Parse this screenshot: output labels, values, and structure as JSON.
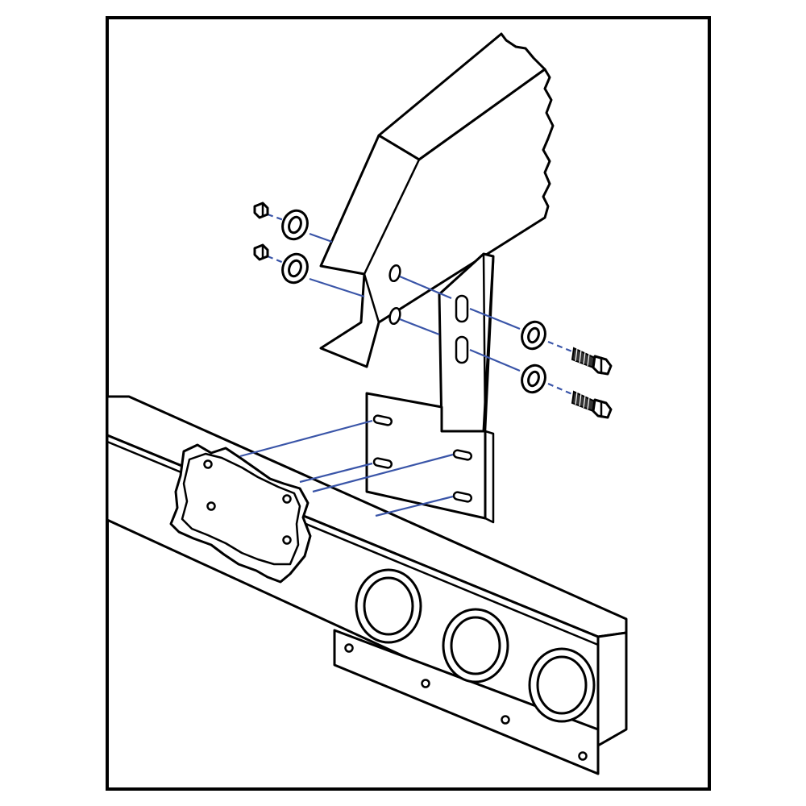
{
  "diagram": {
    "type": "exploded-assembly",
    "parts": [
      "mud-flap-hanger-bracket",
      "vehicle-frame-rail",
      "mounting-plate",
      "light-bar-with-three-lamps",
      "bolts",
      "washers",
      "nuts"
    ],
    "colors": {
      "ink": "#000000",
      "paper": "#ffffff",
      "alignment_lines": "#3a55a8"
    }
  }
}
